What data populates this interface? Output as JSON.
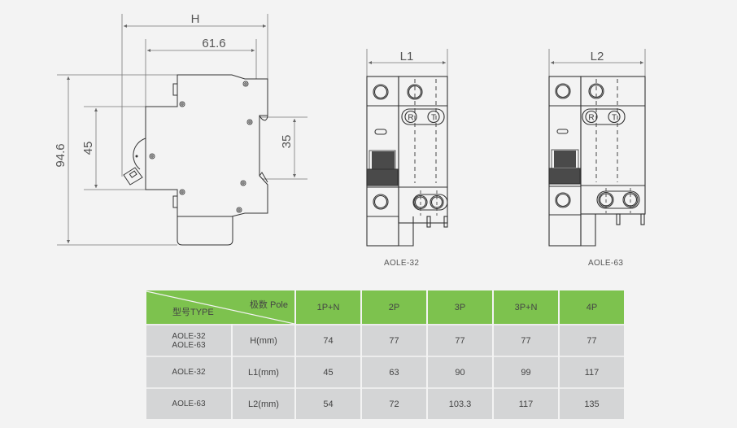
{
  "side_view": {
    "dim_H": "H",
    "dim_width": "61.6",
    "dim_height": "94.6",
    "dim_45": "45",
    "dim_35": "35"
  },
  "front_views": [
    {
      "dim_label": "L1",
      "caption": "AOLE-32",
      "test_btn_r": "R",
      "test_btn_t": "T"
    },
    {
      "dim_label": "L2",
      "caption": "AOLE-63",
      "test_btn_r": "R",
      "test_btn_t": "T"
    }
  ],
  "table": {
    "header_pole": "极数 Pole",
    "header_type": "型号TYPE",
    "columns": [
      "1P+N",
      "2P",
      "3P",
      "3P+N",
      "4P"
    ],
    "rows": [
      {
        "model_line1": "AOLE-32",
        "model_line2": "AOLE-63",
        "param": "H(mm)",
        "values": [
          "74",
          "77",
          "77",
          "77",
          "77"
        ]
      },
      {
        "model_line1": "AOLE-32",
        "model_line2": "",
        "param": "L1(mm)",
        "values": [
          "45",
          "63",
          "90",
          "99",
          "117"
        ]
      },
      {
        "model_line1": "AOLE-63",
        "model_line2": "",
        "param": "L2(mm)",
        "values": [
          "54",
          "72",
          "103.3",
          "117",
          "135"
        ]
      }
    ]
  },
  "colors": {
    "header_green": "#7dc24e",
    "cell_grey": "#d4d5d6",
    "background": "#f3f3f3",
    "handle_dark": "#4a4a4a"
  }
}
